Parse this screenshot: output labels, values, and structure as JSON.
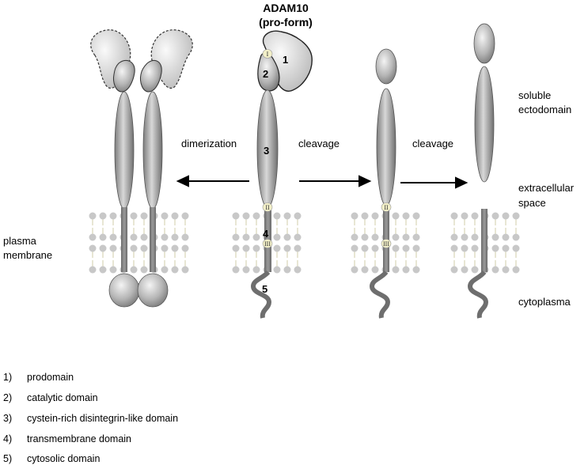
{
  "title": {
    "line1": "ADAM10",
    "line2": "(pro-form)"
  },
  "domain_numbers": [
    "1",
    "2",
    "3",
    "4",
    "5"
  ],
  "site_markers": [
    "I",
    "II",
    "III"
  ],
  "arrows": {
    "dimerization": "dimerization",
    "cleavage_1": "cleavage",
    "cleavage_2": "cleavage"
  },
  "labels": {
    "plasma_membrane": [
      "plasma",
      "membrane"
    ],
    "soluble_ectodomain": [
      "soluble",
      "ectodomain"
    ],
    "extracellular_space": [
      "extracellular",
      "space"
    ],
    "cytoplasma": "cytoplasma"
  },
  "legend": [
    {
      "number": "1)",
      "text": "prodomain"
    },
    {
      "number": "2)",
      "text": "catalytic domain"
    },
    {
      "number": "3)",
      "text": "cystein-rich disintegrin-like domain"
    },
    {
      "number": "4)",
      "text": "transmembrane domain"
    },
    {
      "number": "5)",
      "text": "cytosolic domain"
    }
  ],
  "colors": {
    "protein_gray": "#8c8c8c",
    "membrane_head": "#c8c8c8",
    "membrane_tail": "#d9d6b8",
    "marker_fill": "#f2efc8",
    "arrow": "#000000"
  }
}
